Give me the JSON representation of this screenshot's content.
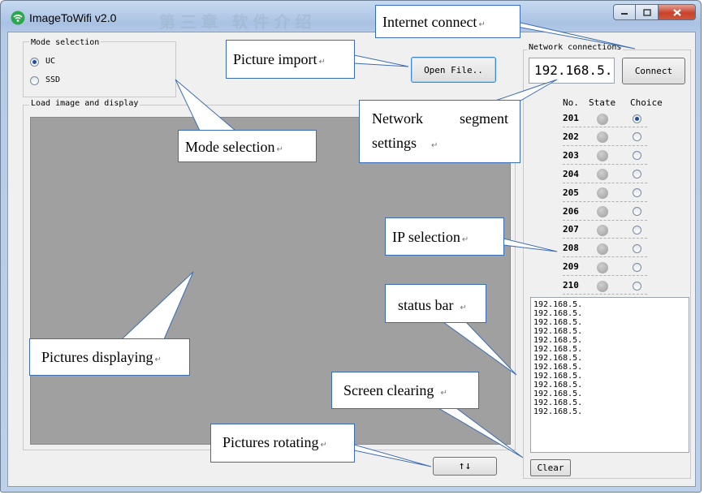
{
  "window": {
    "title": "ImageToWifi v2.0",
    "bg_title": "第三章 软件介绍",
    "buttons": {
      "minimize": "minimize",
      "maximize": "maximize",
      "close": "close"
    }
  },
  "mode_group": {
    "label": "Mode selection",
    "options": [
      {
        "label": "UC",
        "checked": true
      },
      {
        "label": "SSD",
        "checked": false
      }
    ]
  },
  "image_group": {
    "label": "Load image and display"
  },
  "open_file_button": "Open File..",
  "network": {
    "label": "Network connections",
    "ip_value": "192.168.5.",
    "connect_button": "Connect",
    "headers": {
      "no": "No.",
      "state": "State",
      "choice": "Choice"
    },
    "rows": [
      {
        "no": "201",
        "checked": true
      },
      {
        "no": "202",
        "checked": false
      },
      {
        "no": "203",
        "checked": false
      },
      {
        "no": "204",
        "checked": false
      },
      {
        "no": "205",
        "checked": false
      },
      {
        "no": "206",
        "checked": false
      },
      {
        "no": "207",
        "checked": false
      },
      {
        "no": "208",
        "checked": false
      },
      {
        "no": "209",
        "checked": false
      },
      {
        "no": "210",
        "checked": false
      }
    ]
  },
  "status_log": [
    "192.168.5.",
    "192.168.5.",
    "192.168.5.",
    "192.168.5.",
    "192.168.5.",
    "192.168.5.",
    "192.168.5.",
    "192.168.5.",
    "192.168.5.",
    "192.168.5.",
    "192.168.5.",
    "192.168.5.",
    "192.168.5."
  ],
  "clear_button": "Clear",
  "rotate_button": "↑↓",
  "callouts": {
    "internet_connect": "Internet connect",
    "picture_import": "Picture import",
    "mode_selection": "Mode selection",
    "network_segment_1a": "Network",
    "network_segment_1b": "segment",
    "network_segment_2": "settings",
    "ip_selection": "IP selection",
    "status_bar": "status bar",
    "pictures_displaying": "Pictures displaying",
    "screen_clearing": "Screen clearing",
    "pictures_rotating": "Pictures rotating",
    "return_mark": "↵"
  },
  "colors": {
    "callout_border": "#3b6db5",
    "canvas": "#a0a0a0",
    "title_bar": "#b4cbe7"
  }
}
